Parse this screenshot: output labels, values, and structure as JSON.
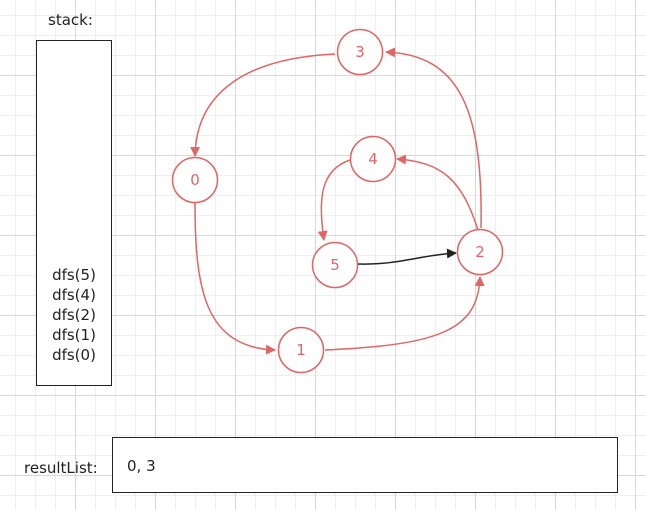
{
  "stack": {
    "title": "stack:",
    "frames": [
      "dfs(5)",
      "dfs(4)",
      "dfs(2)",
      "dfs(1)",
      "dfs(0)"
    ]
  },
  "result": {
    "label": "resultList:",
    "value": "0, 3"
  },
  "graph": {
    "node_color": "#e06666",
    "visited_edge_color": "#222222",
    "nodes": [
      {
        "id": "0",
        "label": "0"
      },
      {
        "id": "1",
        "label": "1"
      },
      {
        "id": "2",
        "label": "2"
      },
      {
        "id": "3",
        "label": "3"
      },
      {
        "id": "4",
        "label": "4"
      },
      {
        "id": "5",
        "label": "5"
      }
    ],
    "edges": [
      {
        "from": "3",
        "to": "0",
        "color": "#e06666"
      },
      {
        "from": "0",
        "to": "1",
        "color": "#e06666"
      },
      {
        "from": "1",
        "to": "2",
        "color": "#e06666"
      },
      {
        "from": "2",
        "to": "3",
        "color": "#e06666"
      },
      {
        "from": "2",
        "to": "4",
        "color": "#e06666"
      },
      {
        "from": "4",
        "to": "5",
        "color": "#e06666"
      },
      {
        "from": "5",
        "to": "2",
        "color": "#222222"
      }
    ]
  }
}
